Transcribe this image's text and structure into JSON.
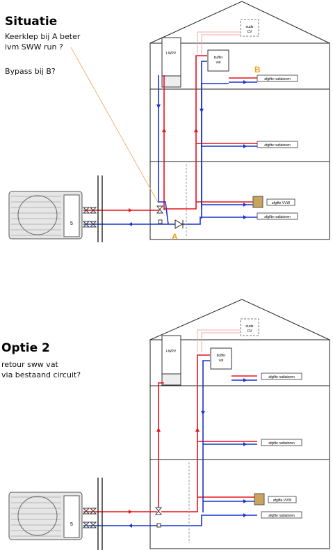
{
  "colors": {
    "supply": "#e8121b",
    "return": "#1a33c8",
    "old": "#f2a8a8",
    "accent": "#f0a020",
    "note_line": "#f3b06a"
  },
  "top": {
    "title": "Situatie",
    "note1": "Keerklep bij A beter",
    "note2": "ivm SWW run ?",
    "note3": "Bypass bij B?",
    "label_A": "A",
    "label_B": "B"
  },
  "bottom": {
    "title": "Optie 2",
    "note1": "retour sww vat",
    "note2": "via bestaand circuit?"
  },
  "labels": {
    "oude_cv_1": "oude",
    "oude_cv_2": "CV",
    "iwpv": "I-WPV",
    "buffer_1": "buffer",
    "buffer_2": "vat",
    "afgifte_radiatoren": "afgifte radiatoren",
    "afgifte_vvw": "afgifte VVW",
    "outdoor_digit": "5"
  }
}
